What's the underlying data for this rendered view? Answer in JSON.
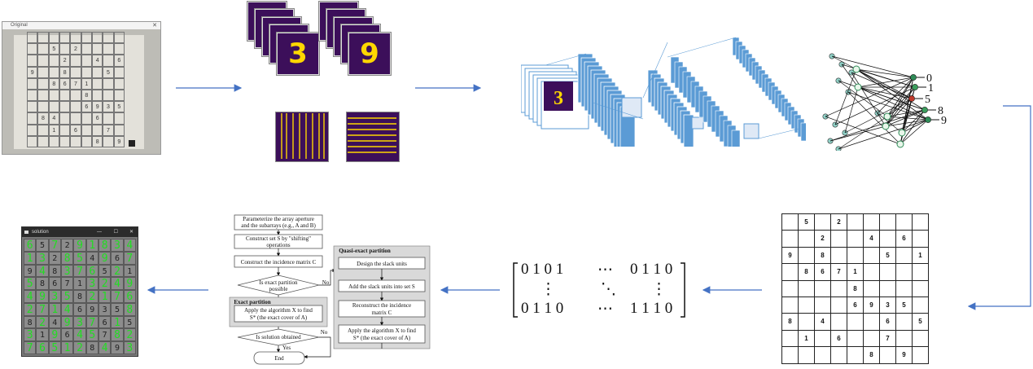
{
  "photo_window": {
    "title": "Original",
    "grid": [
      [
        "",
        "",
        "",
        "",
        "",
        "",
        "",
        "",
        ""
      ],
      [
        "",
        "",
        "5",
        "",
        "2",
        "",
        "",
        "",
        ""
      ],
      [
        "",
        "",
        "",
        "2",
        "",
        "",
        "4",
        "",
        "6"
      ],
      [
        "9",
        "",
        "",
        "8",
        "",
        "",
        "",
        "5",
        ""
      ],
      [
        "",
        "",
        "8",
        "6",
        "7",
        "1",
        "",
        "",
        ""
      ],
      [
        "",
        "",
        "",
        "",
        "",
        "8",
        "",
        "",
        ""
      ],
      [
        "",
        "",
        "",
        "",
        "",
        "6",
        "9",
        "3",
        "5"
      ],
      [
        "",
        "8",
        "4",
        "",
        "",
        "",
        "6",
        "",
        ""
      ],
      [
        "",
        "",
        "1",
        "",
        "6",
        "",
        "",
        "7",
        ""
      ],
      [
        "",
        "",
        "",
        "",
        "",
        "",
        "8",
        "",
        "9"
      ]
    ]
  },
  "digit_tiles": [
    "3",
    "9"
  ],
  "cnn_outputs": [
    "0",
    "1",
    "5",
    "8",
    "9"
  ],
  "sudoku_grid": [
    [
      "",
      "5",
      "",
      "2",
      "",
      "",
      "",
      "",
      ""
    ],
    [
      "",
      "",
      "2",
      "",
      "",
      "4",
      "",
      "6",
      ""
    ],
    [
      "9",
      "",
      "8",
      "",
      "",
      "",
      "5",
      "",
      "1"
    ],
    [
      "",
      "8",
      "6",
      "7",
      "1",
      "",
      "",
      "",
      ""
    ],
    [
      "",
      "",
      "",
      "",
      "8",
      "",
      "",
      "",
      ""
    ],
    [
      "",
      "",
      "",
      "",
      "6",
      "9",
      "3",
      "5",
      ""
    ],
    [
      "8",
      "",
      "4",
      "",
      "",
      "",
      "6",
      "",
      "5"
    ],
    [
      "",
      "1",
      "",
      "6",
      "",
      "",
      "7",
      "",
      ""
    ],
    [
      "",
      "",
      "",
      "",
      "",
      "8",
      "",
      "9",
      ""
    ]
  ],
  "matrix": {
    "row1": "0 1 0 1",
    "row1_end": "0 1 1 0",
    "row2_left": "⋮",
    "row2_mid": "⋱",
    "row2_right": "⋮",
    "row3": "0 1 1 0",
    "row3_end": "1 1 1 0",
    "hdots": "⋯"
  },
  "flowchart": {
    "step1_a": "Parameterize the array aperture",
    "step1_b": "and the subarrays (e.g., A and B)",
    "step2_a": "Construct set S by \"shifting\"",
    "step2_b": "operations",
    "step3": "Construct  the incidence matrix C",
    "decision1_a": "Is exact partition",
    "decision1_b": "possible",
    "exact_title": "Exact partition",
    "exact_step_a": "Apply the algorithm X to find",
    "exact_step_b": "S* (the exact cover of A)",
    "decision2": "Is solution obtained",
    "end": "End",
    "quasi_title": "Quasi-exact partition",
    "q1": "Design the slack units",
    "q2": "Add the slack units into set S",
    "q3_a": "Reconstruct the incidence",
    "q3_b": "matrix C",
    "q4_a": "Apply the algorithm X to find",
    "q4_b": "S* (the exact cover of A)",
    "yes": "Yes",
    "no": "No"
  },
  "solution_window": {
    "title": "solution",
    "grid": [
      [
        "6",
        "5",
        "7",
        "2",
        "9",
        "1",
        "8",
        "3",
        "4"
      ],
      [
        "1",
        "3",
        "2",
        "8",
        "5",
        "4",
        "9",
        "6",
        "7"
      ],
      [
        "9",
        "4",
        "8",
        "3",
        "7",
        "6",
        "5",
        "2",
        "1"
      ],
      [
        "5",
        "8",
        "6",
        "7",
        "1",
        "3",
        "2",
        "4",
        "9"
      ],
      [
        "4",
        "9",
        "3",
        "5",
        "8",
        "2",
        "1",
        "7",
        "6"
      ],
      [
        "2",
        "7",
        "1",
        "4",
        "6",
        "9",
        "3",
        "5",
        "8"
      ],
      [
        "8",
        "2",
        "4",
        "9",
        "3",
        "7",
        "6",
        "1",
        "5"
      ],
      [
        "3",
        "1",
        "9",
        "6",
        "4",
        "5",
        "7",
        "8",
        "2"
      ],
      [
        "7",
        "6",
        "5",
        "1",
        "2",
        "8",
        "4",
        "9",
        "3"
      ]
    ],
    "given": [
      [
        0,
        1,
        0,
        1,
        0,
        0,
        0,
        0,
        0
      ],
      [
        0,
        0,
        1,
        0,
        0,
        1,
        0,
        1,
        0
      ],
      [
        1,
        0,
        1,
        0,
        0,
        0,
        1,
        0,
        1
      ],
      [
        0,
        1,
        1,
        1,
        1,
        0,
        0,
        0,
        0
      ],
      [
        0,
        0,
        0,
        0,
        1,
        0,
        0,
        0,
        0
      ],
      [
        0,
        0,
        0,
        0,
        1,
        1,
        1,
        1,
        0
      ],
      [
        1,
        0,
        1,
        0,
        0,
        0,
        1,
        0,
        1
      ],
      [
        0,
        1,
        0,
        1,
        0,
        0,
        1,
        0,
        0
      ],
      [
        0,
        0,
        0,
        0,
        0,
        1,
        0,
        1,
        0
      ]
    ]
  },
  "colors": {
    "arrow": "#4472c4",
    "solved_digit": "#22dd22",
    "given_digit": "#222222",
    "tile_bg": "#3c0f5a",
    "digit_yellow": "#ffd700",
    "layer_blue": "#5b9bd5"
  }
}
